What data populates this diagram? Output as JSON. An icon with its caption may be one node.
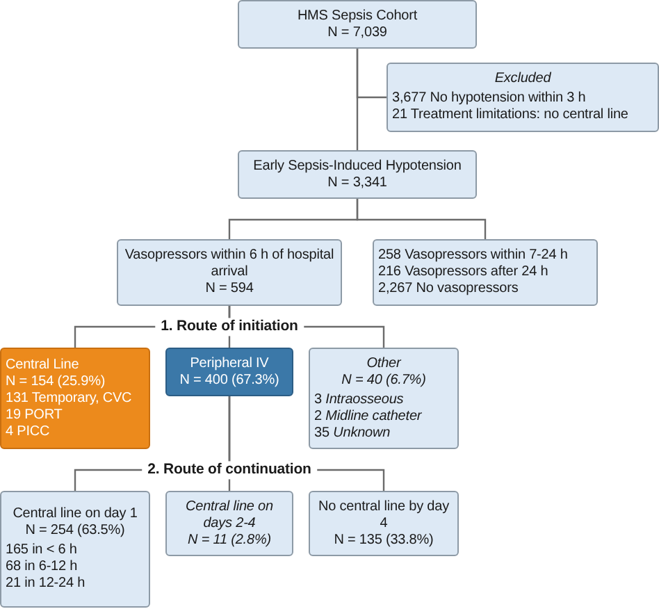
{
  "diagram": {
    "nodes": [
      {
        "text": [
          "HMS Sepsis Cohort",
          "N = 7,039"
        ]
      },
      {
        "text": [
          "Excluded",
          "3,677 No hypotension within 3 h",
          "21 Treatment limitations: no central line"
        ]
      },
      {
        "text": [
          "Early Sepsis-Induced Hypotension",
          "N = 3,341"
        ]
      },
      {
        "text": [
          "Vasopressors within 6 h of hospital arrival",
          "N = 594"
        ]
      },
      {
        "text": [
          "258 Vasopressors within 7-24 h",
          "216 Vasopressors after 24 h",
          "2,267 No vasopressors"
        ]
      },
      {
        "text": [
          "Central Line",
          "N = 154 (25.9%)",
          "131 Temporary, CVC",
          "19 PORT",
          "4 PICC"
        ]
      },
      {
        "text": [
          "Peripheral IV",
          "N = 400 (67.3%)"
        ]
      },
      {
        "text": [
          "Other",
          "N = 40 (6.7%)",
          "3 *Intraosseous*",
          "2 *Midline catheter*",
          "35 *Unknown*"
        ]
      },
      {
        "text": [
          "Central line on day 1",
          "N = 254 (63.5%)",
          "165 in < 6 h",
          "68 in 6-12 h",
          "21 in 12-24 h"
        ]
      },
      {
        "text": [
          "Central line on days 2-4",
          "N = 11 (2.8%)"
        ]
      },
      {
        "text": [
          "No central line by day 4",
          "N = 135 (33.8%)"
        ]
      }
    ],
    "edges": [
      {
        "from": 0,
        "to": 1,
        "arrow": "none"
      },
      {
        "from": 0,
        "to": 2,
        "arrow": "none"
      },
      {
        "from": 2,
        "to": 3,
        "arrow": "none"
      },
      {
        "from": 2,
        "to": 4,
        "arrow": "none"
      },
      {
        "from": 3,
        "to": 5,
        "arrow": "none"
      },
      {
        "from": 3,
        "to": 6,
        "arrow": "none"
      },
      {
        "from": 3,
        "to": 7,
        "arrow": "none"
      },
      {
        "from": 6,
        "to": 8,
        "arrow": "none"
      },
      {
        "from": 6,
        "to": 9,
        "arrow": "none"
      },
      {
        "from": 6,
        "to": 10,
        "arrow": "none"
      }
    ],
    "labels": [
      "1. Route of initiation",
      "2. Route of continuation"
    ]
  }
}
